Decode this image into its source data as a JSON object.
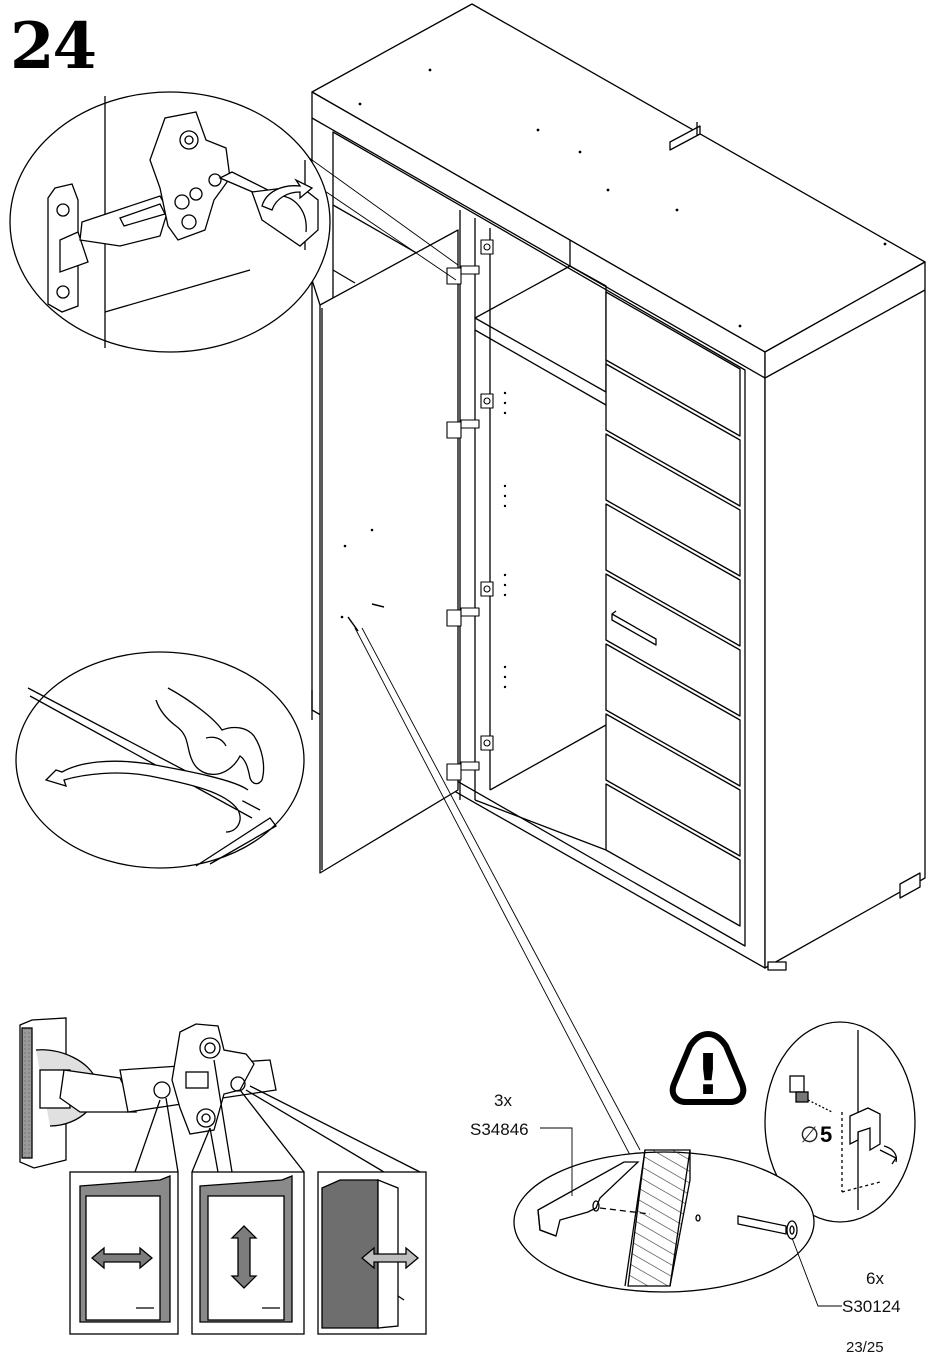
{
  "step": {
    "number": "24"
  },
  "parts": [
    {
      "qty": "3x",
      "code": "S34846"
    },
    {
      "qty": "6x",
      "code": "S30124"
    }
  ],
  "warning": {
    "symbol": "!"
  },
  "drill": {
    "diameter_symbol": "∅",
    "diameter_value": "5"
  },
  "page": {
    "label": "23/25"
  },
  "colors": {
    "line": "#000000",
    "panel": "#7a7a7a",
    "hatch": "#333333"
  }
}
